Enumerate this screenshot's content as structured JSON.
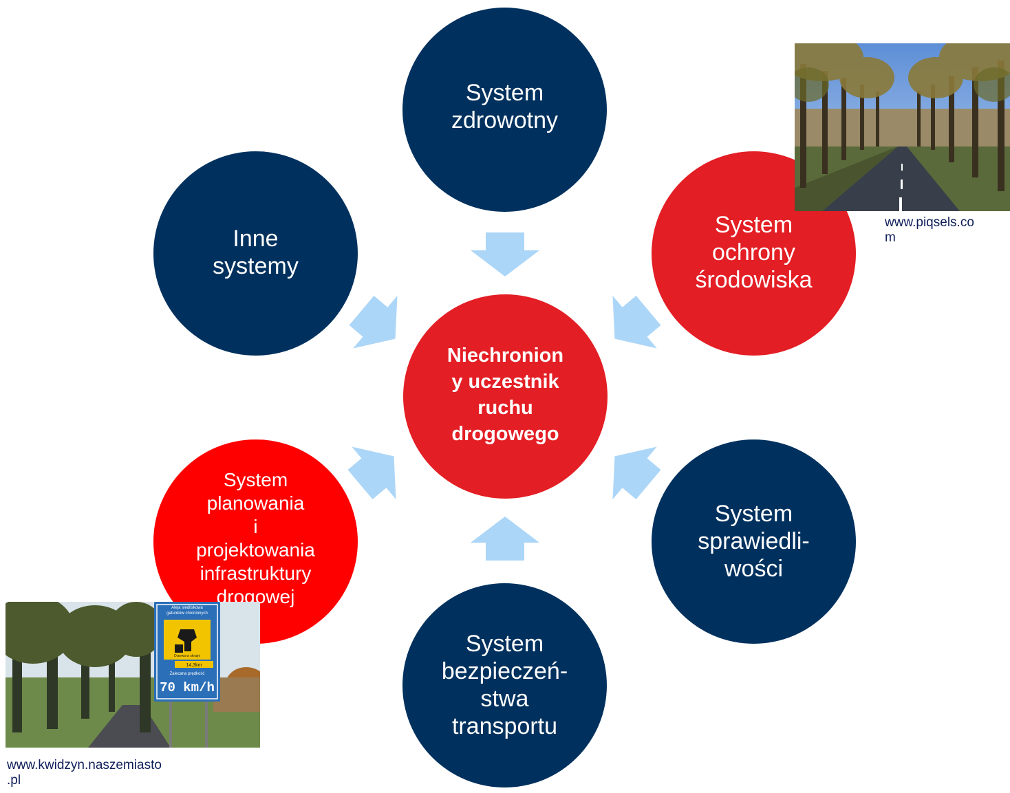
{
  "center": {
    "text": "Niechronion\ny uczestnik\nruchu\ndrogowego"
  },
  "nodes": {
    "top": "System\nzdrowotny",
    "upper_left": "Inne\nsystemy",
    "upper_right": "System\nochrony\nśrodowiska",
    "lower_left": "System\nplanowania\ni\nprojektowania\ninfrastruktury\ndrogowej",
    "lower_right": "System\nsprawiedli-\nwości",
    "bottom": "System\nbezpieczeń-\nstwa\ntransportu"
  },
  "colors": {
    "navy": "#00315e",
    "red": "#e31e24",
    "bright_red": "#fe0000",
    "arrow": "#acd6f8"
  },
  "photos": {
    "tree_road_caption": "www.piqsels.co\nm",
    "sign": {
      "line1": "Aleja siedliskowa",
      "line2": "gatunków chronionych",
      "line3": "Drzewa w skrajni",
      "distance": "14,3km",
      "line4": "Zalecana prędkość",
      "speed": "70 km/h"
    },
    "sign_road_caption": "www.kwidzyn.naszemiasto\n.pl"
  }
}
